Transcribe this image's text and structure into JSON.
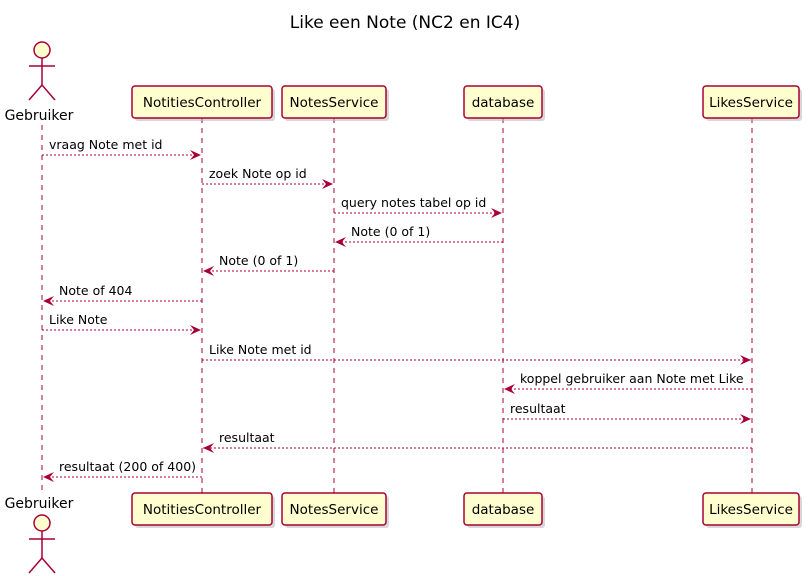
{
  "title": "Like een Note (NC2 en IC4)",
  "actor": {
    "name": "Gebruiker"
  },
  "participants": [
    {
      "id": "nc",
      "name": "NotitiesController"
    },
    {
      "id": "ns",
      "name": "NotesService"
    },
    {
      "id": "db",
      "name": "database"
    },
    {
      "id": "ls",
      "name": "LikesService"
    }
  ],
  "messages": [
    {
      "from": "actor",
      "to": "nc",
      "label": "vraag Note met id"
    },
    {
      "from": "nc",
      "to": "ns",
      "label": "zoek Note op id"
    },
    {
      "from": "ns",
      "to": "db",
      "label": "query notes tabel op id"
    },
    {
      "from": "db",
      "to": "ns",
      "label": "Note (0 of 1)"
    },
    {
      "from": "ns",
      "to": "nc",
      "label": "Note (0 of 1)"
    },
    {
      "from": "nc",
      "to": "actor",
      "label": "Note of 404"
    },
    {
      "from": "actor",
      "to": "nc",
      "label": "Like Note"
    },
    {
      "from": "nc",
      "to": "ls",
      "label": "Like Note met id"
    },
    {
      "from": "ls",
      "to": "db",
      "label": "koppel gebruiker aan Note met Like"
    },
    {
      "from": "db",
      "to": "ls",
      "label": "resultaat"
    },
    {
      "from": "ls",
      "to": "nc",
      "label": "resultaat"
    },
    {
      "from": "nc",
      "to": "actor",
      "label": "resultaat (200 of 400)"
    }
  ],
  "colors": {
    "border": "#a80036",
    "fill": "#fefece"
  }
}
